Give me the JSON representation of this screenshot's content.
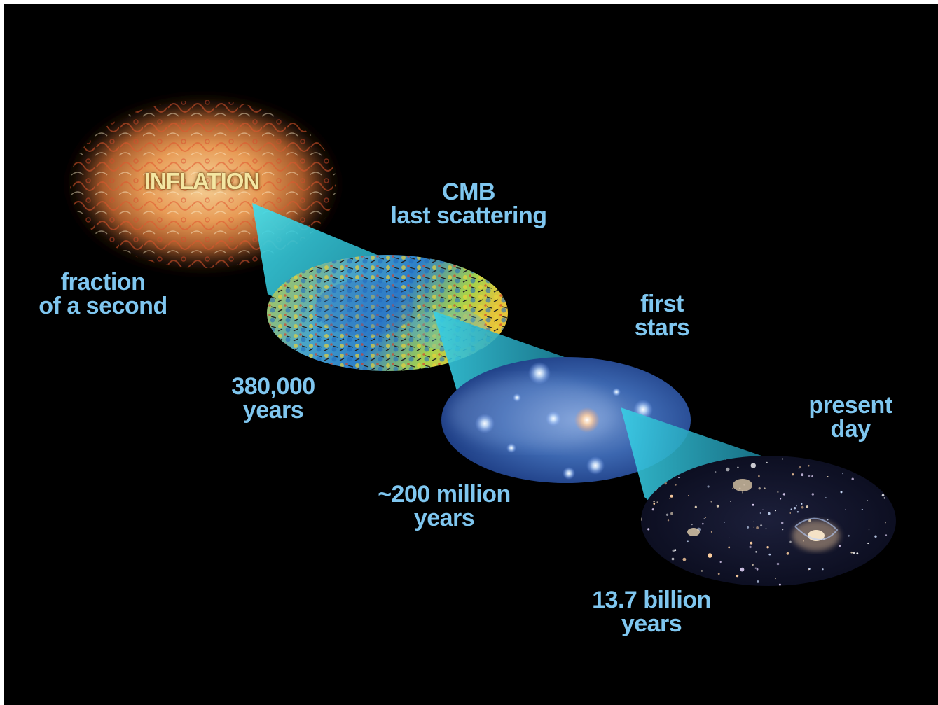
{
  "stages": [
    {
      "id": "inflation",
      "title": "INFLATION",
      "time": [
        "fraction",
        "of a second"
      ]
    },
    {
      "id": "cmb",
      "title": [
        "CMB",
        "last scattering"
      ],
      "time": [
        "380,000",
        "years"
      ]
    },
    {
      "id": "first-stars",
      "title": [
        "first",
        "stars"
      ],
      "time": [
        "~200 million",
        "years"
      ]
    },
    {
      "id": "present-day",
      "title": [
        "present",
        "day"
      ],
      "time": [
        "13.7 billion",
        "years"
      ]
    }
  ],
  "colors": {
    "background": "#000000",
    "label": "#7fc6ef",
    "inflation_label": "#f4e6a2",
    "beam": "#3fd3e6"
  }
}
